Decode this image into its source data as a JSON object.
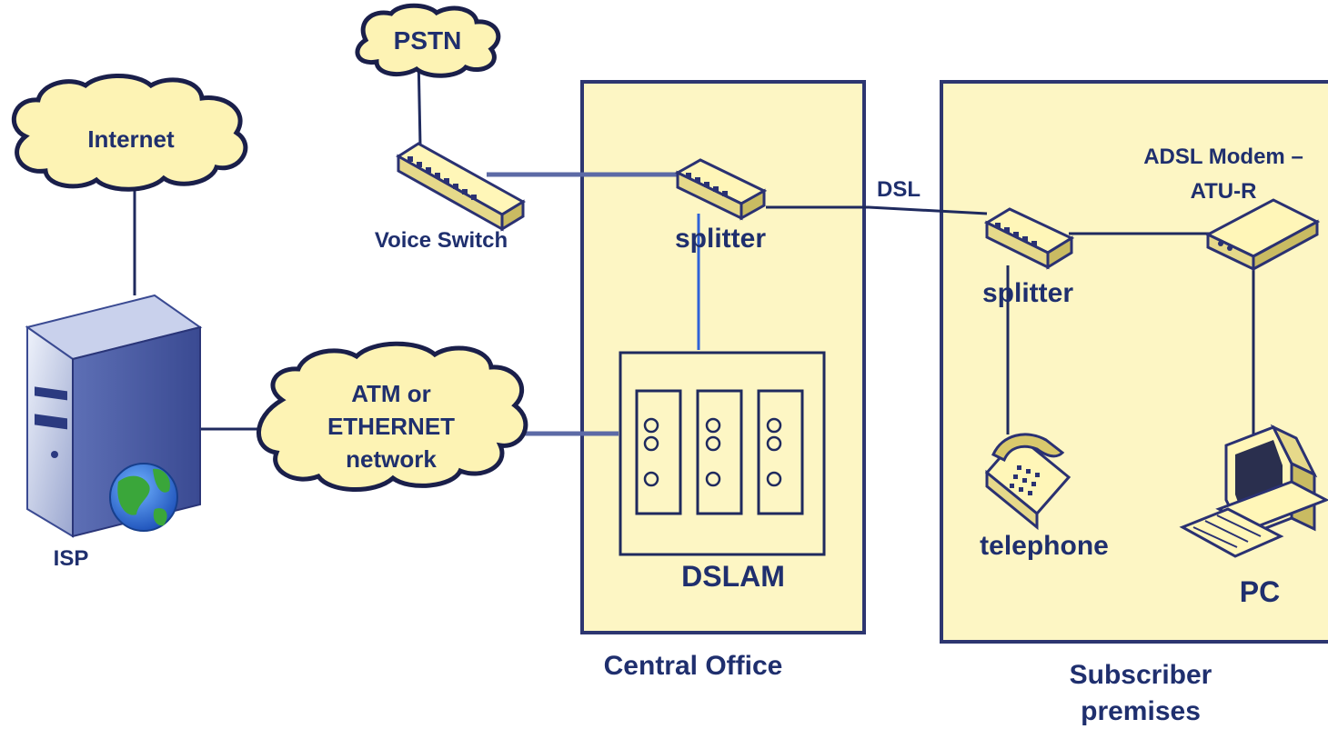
{
  "labels": {
    "pstn": "PSTN",
    "internet": "Internet",
    "isp": "ISP",
    "voice_switch": "Voice Switch",
    "splitter_co": "splitter",
    "dsl": "DSL",
    "atm_line1": "ATM or",
    "atm_line2": "ETHERNET",
    "atm_line3": "network",
    "dslam": "DSLAM",
    "central_office": "Central Office",
    "modem_line1": "ADSL Modem –",
    "modem_line2": "ATU-R",
    "splitter_sub": "splitter",
    "telephone": "telephone",
    "pc": "PC",
    "subscriber_line1": "Subscriber",
    "subscriber_line2": "premises"
  },
  "icons": {
    "pstn": "cloud-icon",
    "internet": "cloud-icon",
    "atm": "cloud-icon",
    "isp": "server-icon",
    "globe": "globe-icon",
    "voice_switch": "switch-icon",
    "splitter": "splitter-icon",
    "modem": "modem-icon",
    "telephone": "telephone-icon",
    "pc": "computer-icon",
    "dslam": "dslam-rack-icon"
  },
  "colors": {
    "box_fill": "#fdf6c4",
    "cloud_fill": "#fdf3b4",
    "label": "#1f2f6e",
    "line": "#1f2a5e",
    "accent_line": "#2f63d8"
  }
}
